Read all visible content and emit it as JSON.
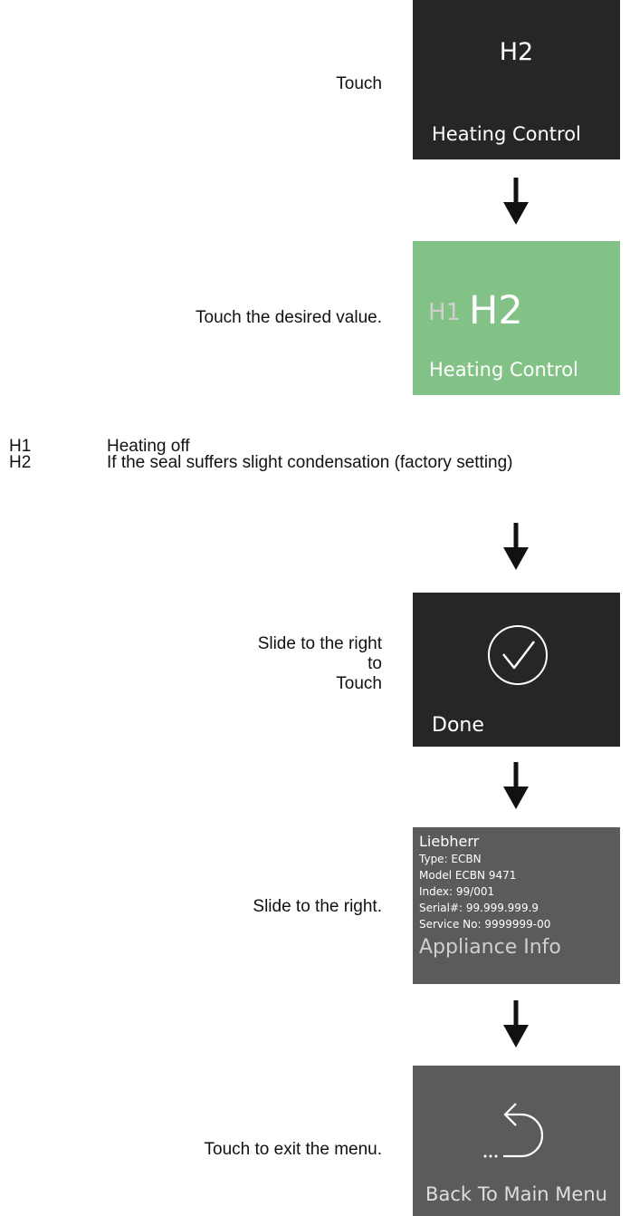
{
  "steps": {
    "step1": {
      "instruction": "Touch",
      "panel_value": "H2",
      "panel_label": "Heating Control"
    },
    "step2": {
      "instruction": "Touch the desired value.",
      "option_inactive": "H1",
      "option_active": "H2",
      "panel_label": "Heating Control"
    },
    "step3": {
      "instruction_line1": "Slide to the right",
      "instruction_line2": "to",
      "instruction_line3": "Touch",
      "panel_label": "Done",
      "icon": "checkmark-circle-icon"
    },
    "step4": {
      "instruction": "Slide to the right.",
      "info": {
        "brand": "Liebherr",
        "type": "Type: ECBN",
        "model": "Model ECBN 9471",
        "index": "Index: 99/001",
        "serial": "Serial#: 99.999.999.9",
        "service": "Service No: 9999999-00"
      },
      "panel_label": "Appliance Info"
    },
    "step5": {
      "instruction": "Touch to exit the menu.",
      "panel_label": "Back To Main Menu",
      "icon": "return-arrow-icon"
    }
  },
  "legend": [
    {
      "key": "H1",
      "description": "Heating off"
    },
    {
      "key": "H2",
      "description": "If the seal suffers slight condensation (factory setting)"
    }
  ],
  "colors": {
    "dark_panel": "#262626",
    "green_panel": "#83c286",
    "gray_panel": "#5b5b5b",
    "inactive_text": "#cfcfcf"
  }
}
